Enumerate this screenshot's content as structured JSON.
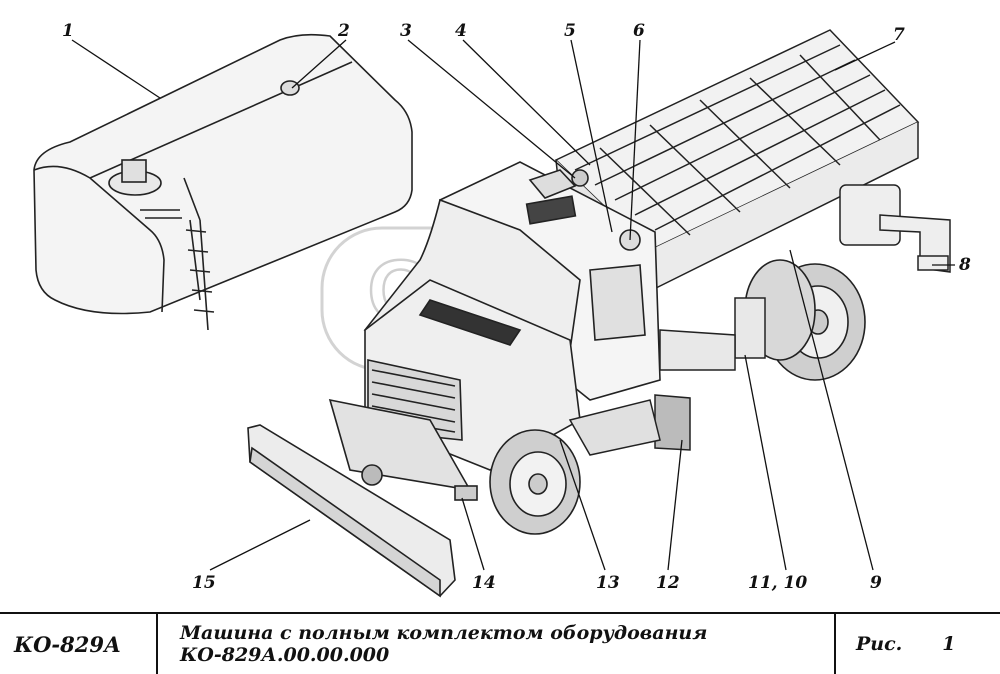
{
  "callouts": [
    "1",
    "2",
    "3",
    "4",
    "5",
    "6",
    "7",
    "8",
    "9",
    "11, 10",
    "12",
    "13",
    "14",
    "15"
  ],
  "watermark": "OPEX",
  "title_block": {
    "model_code": "КО-829А",
    "description": "Машина с полным комплектом оборудования КО-829А.00.00.000",
    "figure_label": "Рис.",
    "figure_number": "1"
  }
}
